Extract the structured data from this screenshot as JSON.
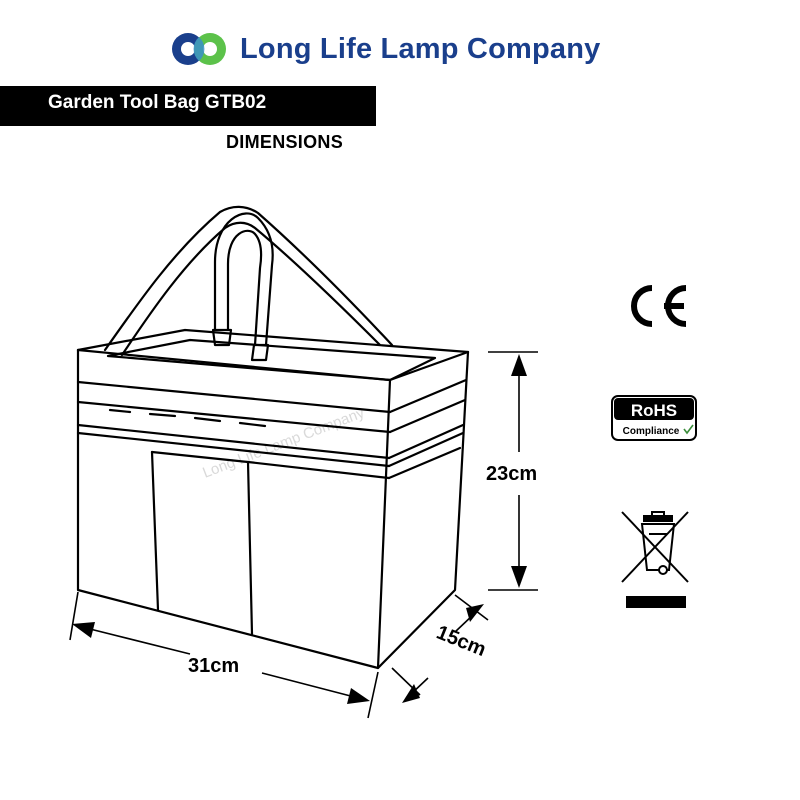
{
  "header": {
    "company_name": "Long Life Lamp Company",
    "logo_icon": "interlocking-circles-logo",
    "brand_color": "#1a3f8c"
  },
  "product": {
    "title": "Garden Tool Bag GTB02",
    "subtitle": "DIMENSIONS"
  },
  "dimensions": {
    "height": "23cm",
    "width": "31cm",
    "depth": "15cm"
  },
  "watermark": "Long Life Lamp Company",
  "certifications": {
    "ce_mark": "CE",
    "rohs_title": "RoHS",
    "rohs_sub": "Compliance",
    "weee_icon": "crossed-out-wheelie-bin-icon"
  }
}
